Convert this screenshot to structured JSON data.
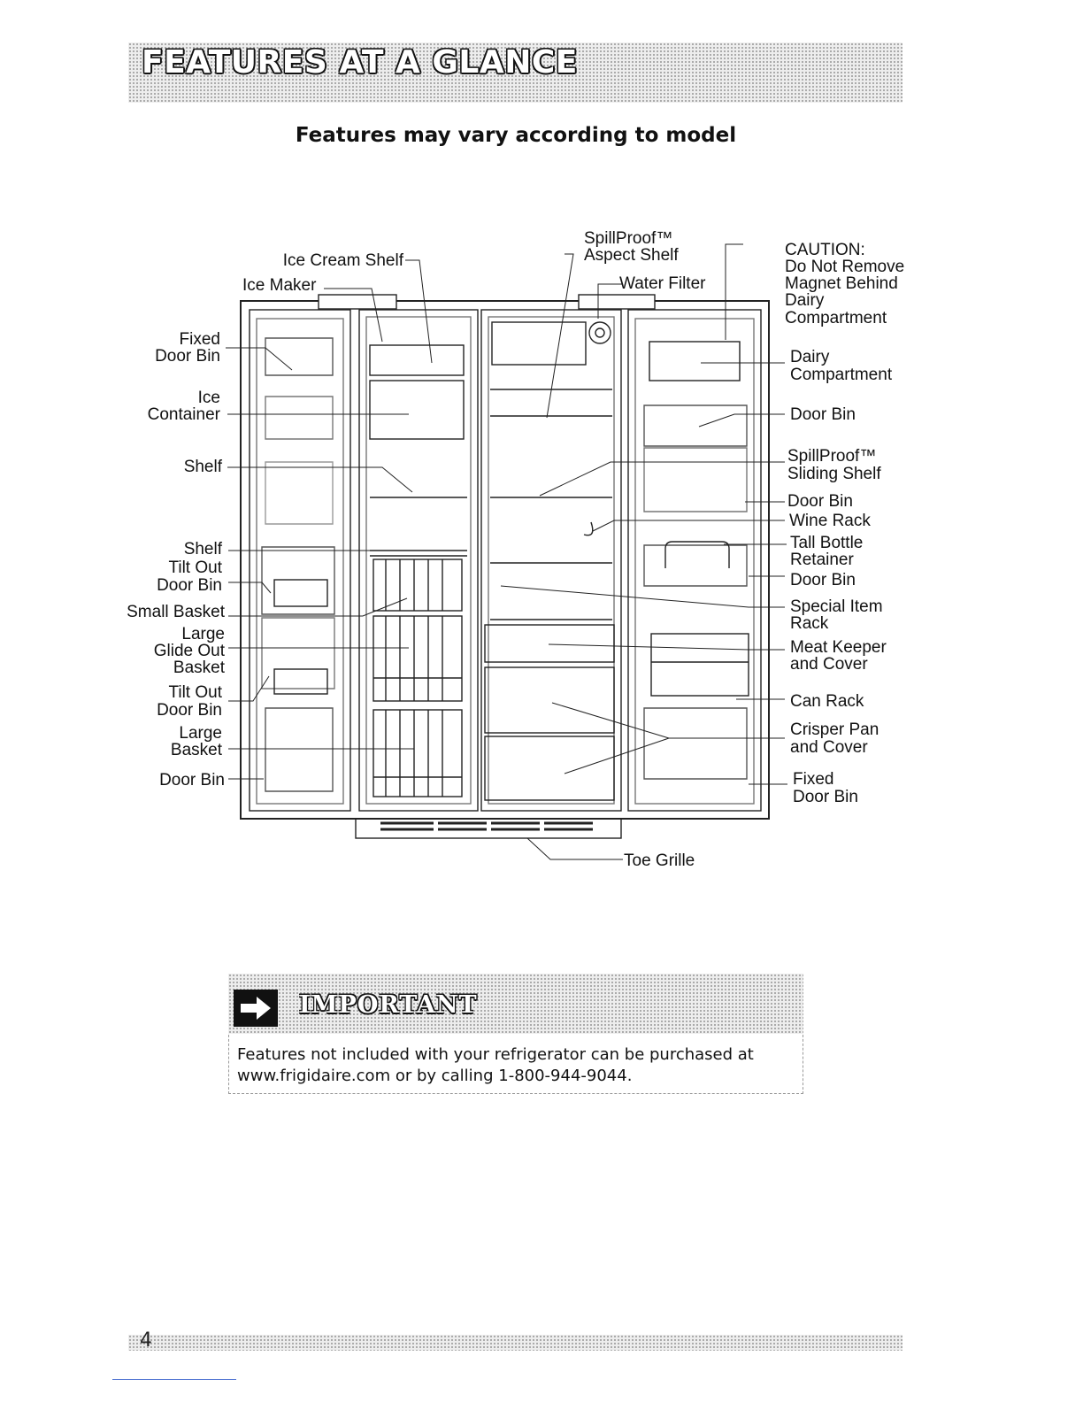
{
  "header": {
    "title": "FEATURES AT A GLANCE"
  },
  "subtitle": "Features may vary according to model",
  "labels": {
    "spillproof_aspect_1": "SpillProof™",
    "spillproof_aspect_2": "Aspect Shelf",
    "ice_cream_shelf": "Ice Cream Shelf",
    "ice_maker": "Ice Maker",
    "water_filter": "Water Filter",
    "caution_1": "CAUTION:",
    "caution_2": "Do Not Remove",
    "caution_3": "Magnet Behind",
    "caution_4": "Dairy",
    "caution_5": "Compartment",
    "fixed_door_bin_l1": "Fixed",
    "fixed_door_bin_l2": "Door Bin",
    "ice_container_1": "Ice",
    "ice_container_2": "Container",
    "shelf_1": "Shelf",
    "shelf_2": "Shelf",
    "tilt_out_1a": "Tilt Out",
    "tilt_out_1b": "Door Bin",
    "small_basket": "Small Basket",
    "glide_1": "Large",
    "glide_2": "Glide Out",
    "glide_3": "Basket",
    "tilt_out_2a": "Tilt Out",
    "tilt_out_2b": "Door Bin",
    "large_basket_1": "Large",
    "large_basket_2": "Basket",
    "door_bin_left": "Door Bin",
    "dairy_1": "Dairy",
    "dairy_2": "Compartment",
    "door_bin_r1": "Door Bin",
    "sliding_1": "SpillProof™",
    "sliding_2": "Sliding Shelf",
    "door_bin_r2": "Door Bin",
    "wine_rack": "Wine Rack",
    "tall_bottle_1": "Tall Bottle",
    "tall_bottle_2": "Retainer",
    "door_bin_r3": "Door Bin",
    "special_1": "Special Item",
    "special_2": "Rack",
    "meat_1": "Meat Keeper",
    "meat_2": "and Cover",
    "can_rack": "Can Rack",
    "crisper_1": "Crisper Pan",
    "crisper_2": "and Cover",
    "fixed_r1": "Fixed",
    "fixed_r2": "Door Bin",
    "toe_grille": "Toe Grille"
  },
  "important": {
    "title": "IMPORTANT",
    "line1": "Features not included with your refrigerator can be purchased at",
    "line2": "www.frigidaire.com or by calling 1-800-944-9044."
  },
  "footer": {
    "page_number": "4"
  }
}
